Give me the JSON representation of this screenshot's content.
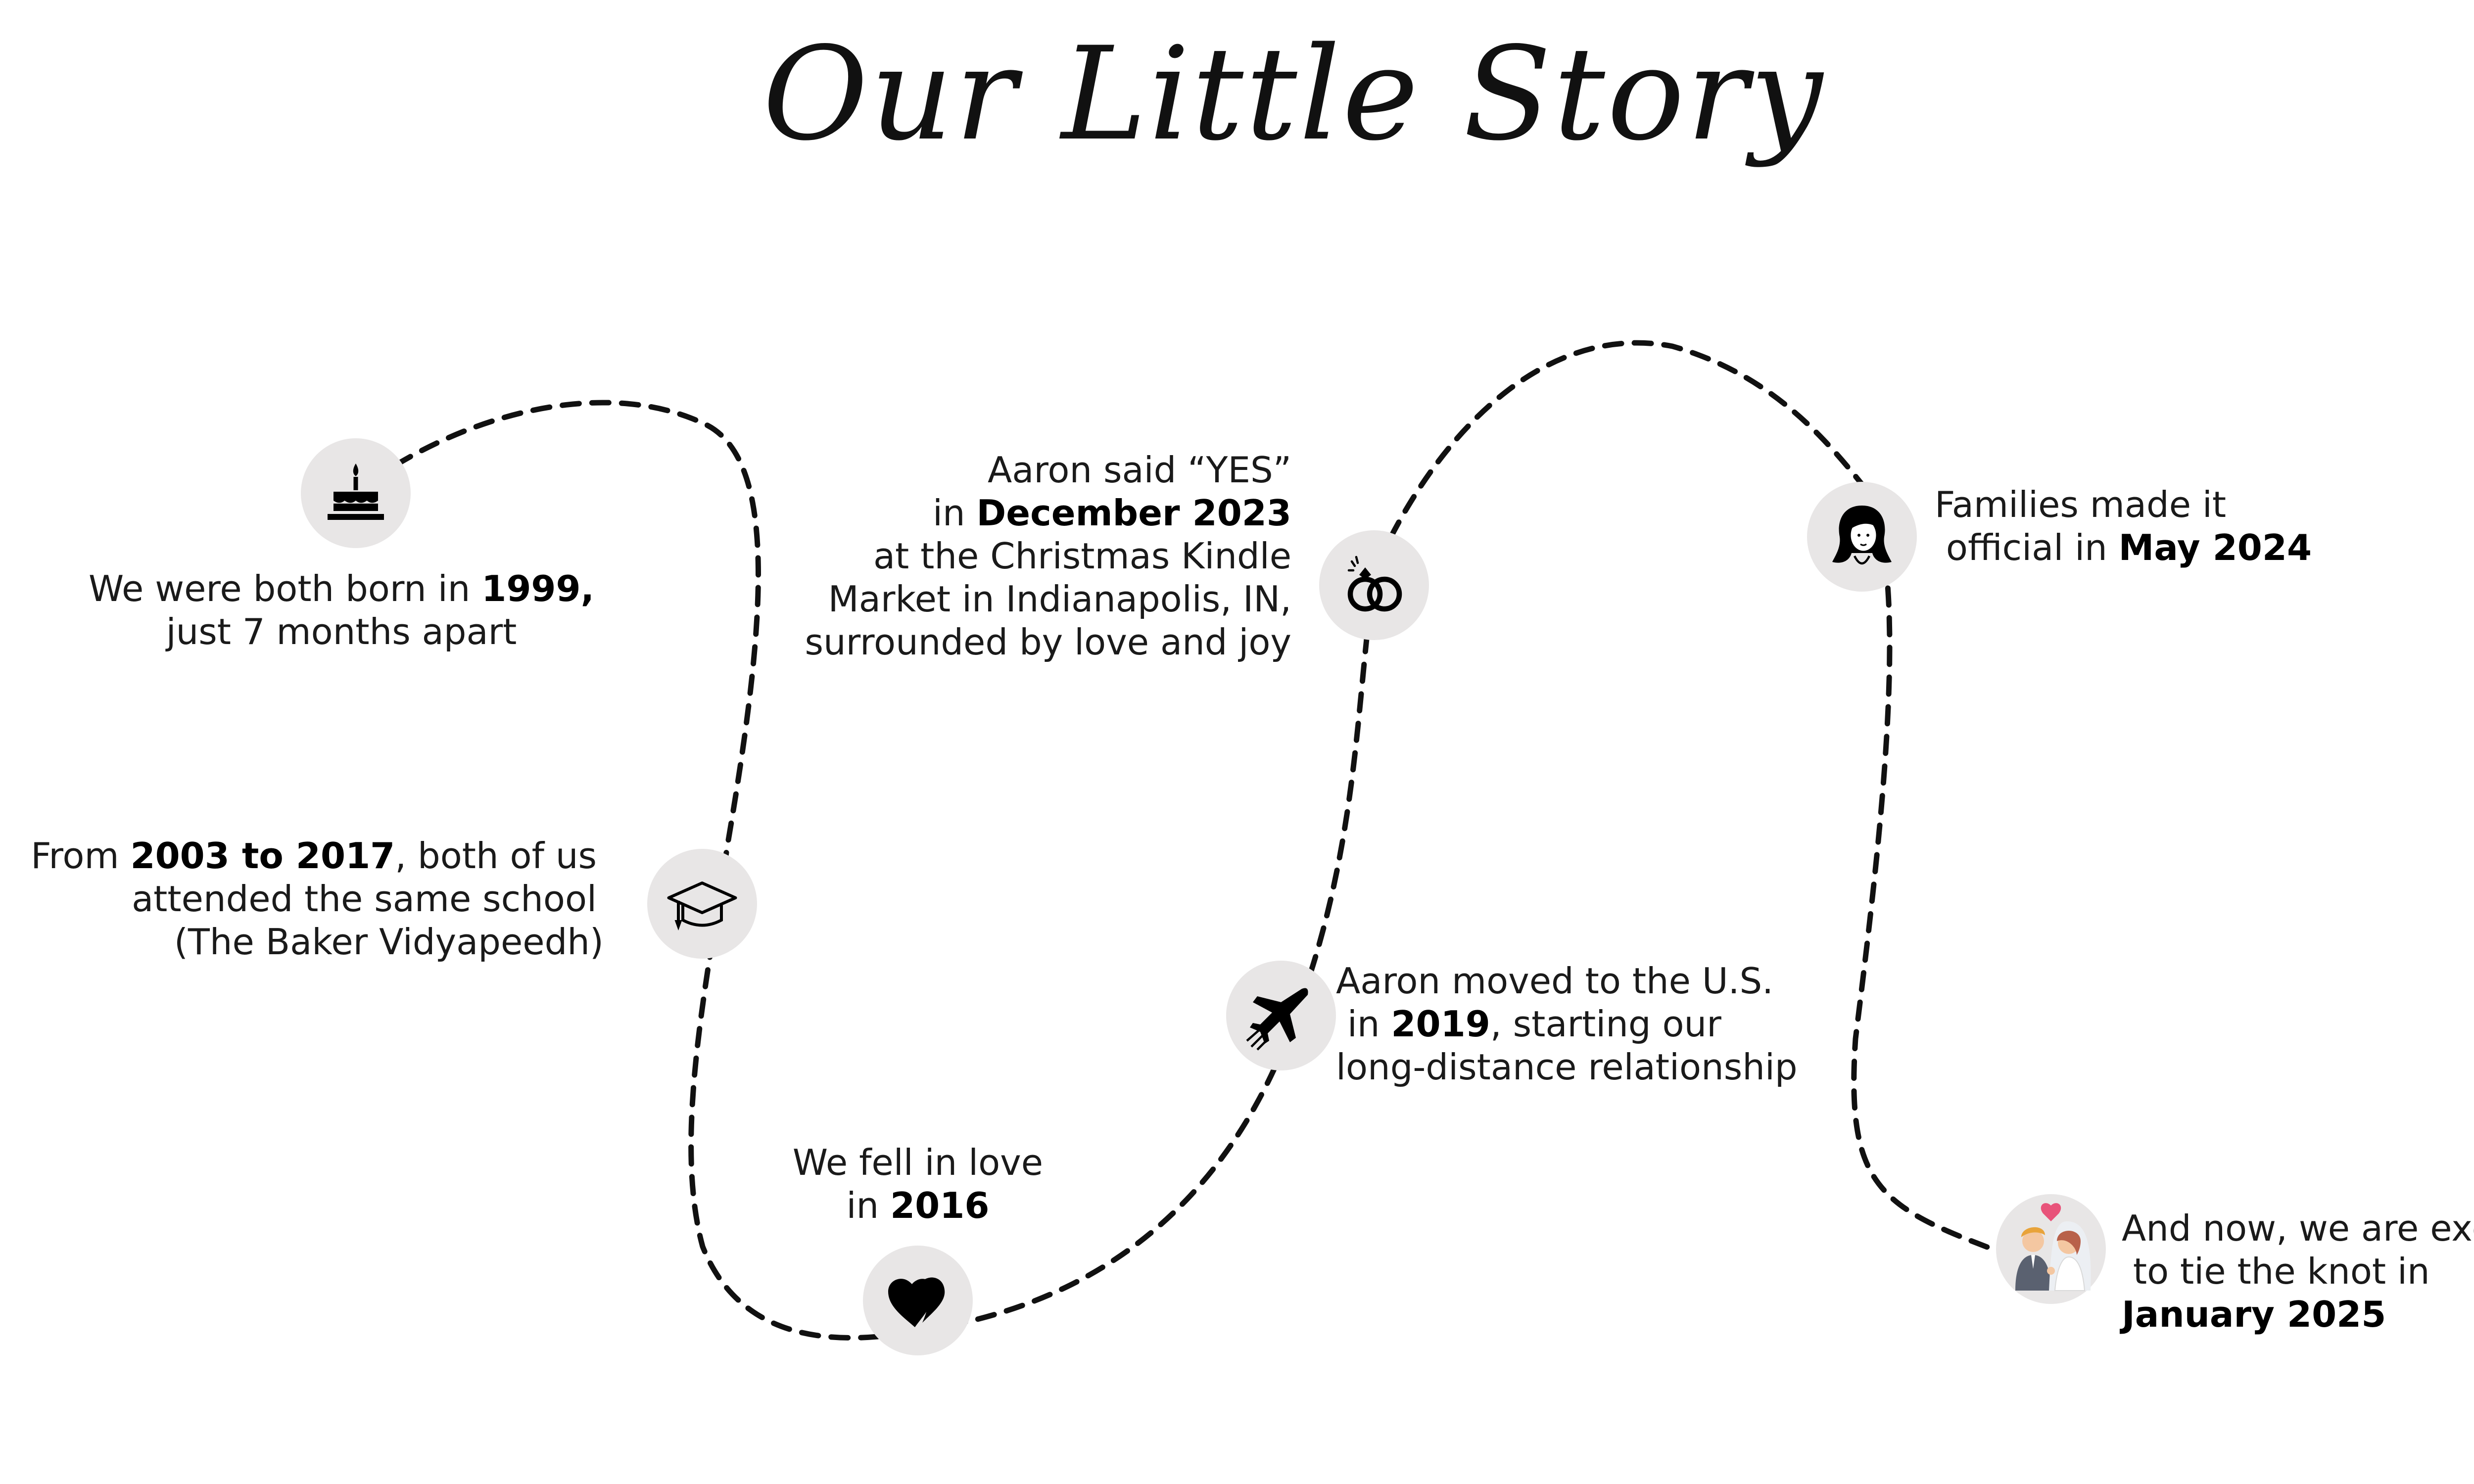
{
  "title": "Our Little Story",
  "colors": {
    "path": "#111111",
    "badge": "#e8e6e6",
    "text": "#1a1a1a"
  },
  "events": [
    {
      "icon": "birthday-cake-icon",
      "lines": [
        [
          "We were both born in ",
          "1999,"
        ],
        [
          "just 7 months apart"
        ]
      ]
    },
    {
      "icon": "graduation-cap-icon",
      "lines": [
        [
          "From ",
          "2003 to 2017",
          ", both of us"
        ],
        [
          "attended the same school"
        ],
        [
          "(The Baker Vidyapeedh)"
        ]
      ]
    },
    {
      "icon": "hearts-icon",
      "lines": [
        [
          "We fell in love"
        ],
        [
          "in ",
          "2016"
        ]
      ]
    },
    {
      "icon": "airplane-icon",
      "lines": [
        [
          "Aaron moved to the U.S."
        ],
        [
          " in ",
          "2019",
          ", starting our"
        ],
        [
          "long-distance relationship"
        ]
      ]
    },
    {
      "icon": "wedding-rings-icon",
      "lines": [
        [
          "Aaron said “YES”"
        ],
        [
          "in ",
          "December 2023"
        ],
        [
          "at the Christmas Kindle"
        ],
        [
          "Market in Indianapolis, IN,"
        ],
        [
          "surrounded by love and joy"
        ]
      ]
    },
    {
      "icon": "bride-portrait-icon",
      "lines": [
        [
          "Families made it"
        ],
        [
          " official in ",
          "May 2024"
        ]
      ]
    },
    {
      "icon": "couple-illustration-icon",
      "lines": [
        [
          "And now, we are excited"
        ],
        [
          " to tie the knot in"
        ],
        [
          "",
          "January 2025"
        ]
      ]
    }
  ]
}
